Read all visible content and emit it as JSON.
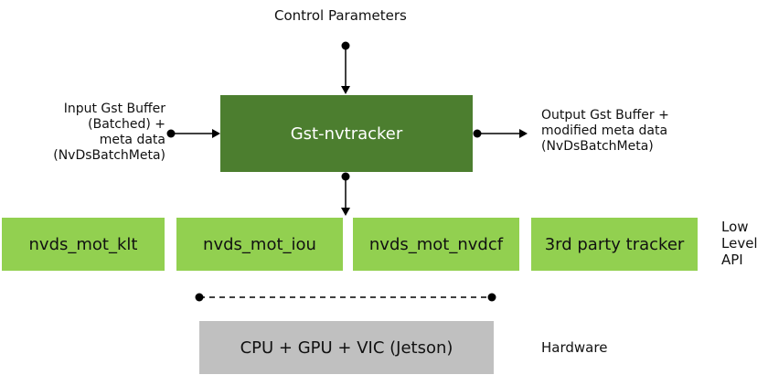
{
  "control_label": "Control Parameters",
  "input_label": [
    "Input Gst Buffer",
    "(Batched) +",
    "meta data",
    "(NvDsBatchMeta)"
  ],
  "output_label": [
    "Output Gst Buffer +",
    "modified meta data",
    "(NvDsBatchMeta)"
  ],
  "main_label": "Gst-nvtracker",
  "libraries": [
    "nvds_mot_klt",
    "nvds_mot_iou",
    "nvds_mot_nvdcf",
    "3rd party tracker"
  ],
  "low_level_label": [
    "Low",
    "Level",
    "API"
  ],
  "hardware_box_label": "CPU + GPU + VIC (Jetson)",
  "hardware_label": "Hardware",
  "colors": {
    "main": "#4c7e2f",
    "library": "#92d050",
    "hardware": "#c0c0c0"
  }
}
